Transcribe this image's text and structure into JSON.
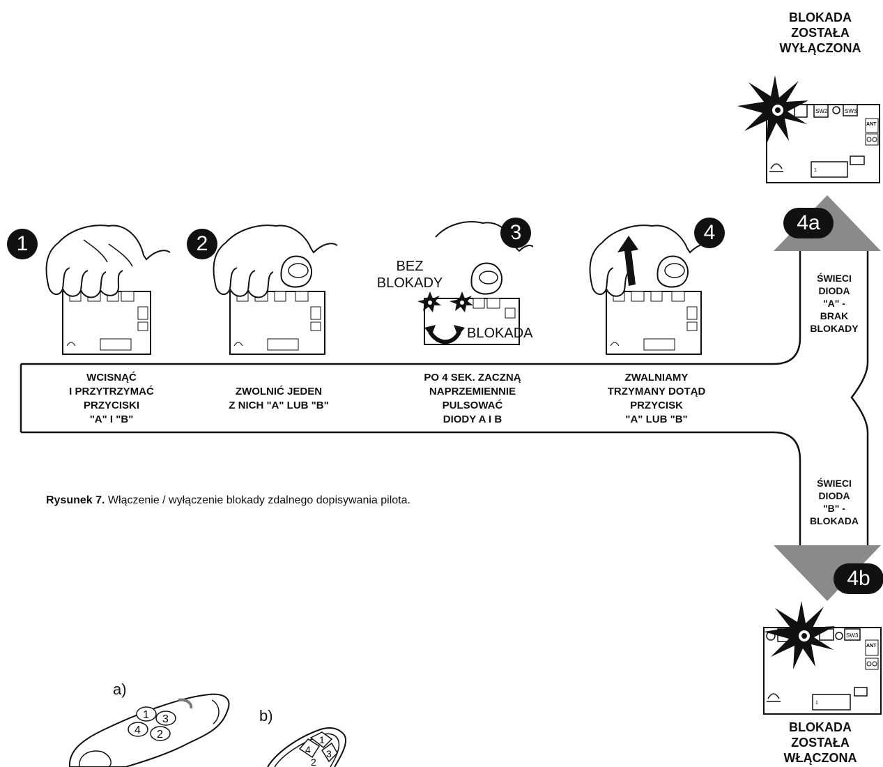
{
  "status_top": {
    "title": "BLOKADA\nZOSTAŁA\nWYŁĄCZONA",
    "badge": "4a"
  },
  "status_bottom": {
    "title": "BLOKADA\nZOSTAŁA\nWŁĄCZONA",
    "badge": "4b"
  },
  "branch": {
    "upper_label": "ŚWIECI\nDIODA\n\"A\" -\nBRAK\nBLOKADY",
    "lower_label": "ŚWIECI\nDIODA\n\"B\" -\nBLOKADA"
  },
  "steps": [
    {
      "number": "1",
      "caption": "WCISNĄĆ\nI PRZYTRZYMAĆ\nPRZYCISKI\n\"A\" I \"B\""
    },
    {
      "number": "2",
      "caption": "ZWOLNIĆ JEDEN\nZ NICH \"A\" LUB \"B\""
    },
    {
      "number": "3",
      "caption": "PO 4 SEK. ZACZNĄ\nNAPRZEMIENNIE\nPULSOWAĆ\nDIODY A I B"
    },
    {
      "number": "4",
      "caption": "ZWALNIAMY\nTRZYMANY DOTĄD\nPRZYCISK\n\"A\" LUB \"B\""
    }
  ],
  "step3_labels": {
    "no_lock": "BEZ\nBLOKADY",
    "lock": "BLOKADA"
  },
  "board_labels": {
    "sw2": "SW2",
    "sw3": "SW3",
    "ant": "ANT",
    "pin1": "1"
  },
  "figure_caption": {
    "label": "Rysunek 7.",
    "text": " Włączenie / wyłączenie blokady zdalnego dopisywania pilota."
  },
  "remotes": {
    "a": {
      "label": "a)",
      "buttons": [
        "1",
        "3",
        "4",
        "2"
      ]
    },
    "b": {
      "label": "b)",
      "buttons": [
        "1",
        "4",
        "3",
        "2"
      ]
    }
  }
}
